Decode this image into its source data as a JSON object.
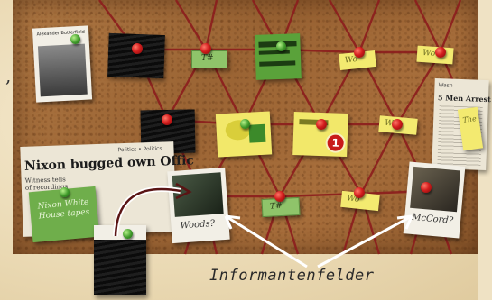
{
  "board": {
    "photo_top_left_caption": "Alexander Butterfield",
    "headline": "Nixon bugged own Offic",
    "subheadline": "Witness tells of recordings",
    "paper_masthead": "Politics • Politics",
    "right_paper_title": "5 Men Arrest",
    "right_paper_date": "Wash",
    "right_side_label": "The"
  },
  "notes": {
    "nixon_tapes": "Nixon White House tapes",
    "woods": "Woods?",
    "mccord": "McCord?",
    "marked_number": "1",
    "yellow_labels": [
      "Wo",
      "Wo",
      "Wo",
      "Wo"
    ],
    "green_labels": [
      "T#",
      "T#"
    ]
  },
  "caption": {
    "text": "Informantenfelder"
  },
  "colors": {
    "cork": "#a86f3c",
    "string": "#8c1d1d",
    "pin": "#d41e1e",
    "note_green": "#6ea84a",
    "note_yellow": "#f2e86a",
    "parchment": "#efe2c4"
  }
}
